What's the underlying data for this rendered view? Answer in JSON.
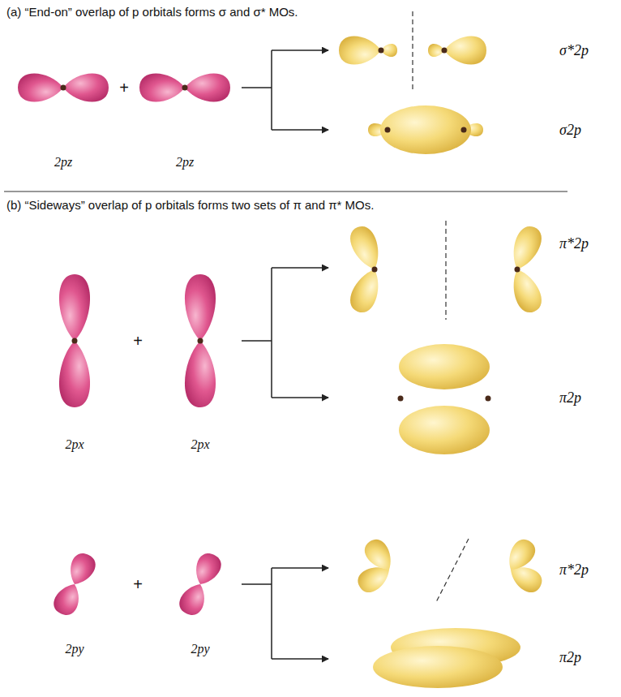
{
  "diagram": {
    "labels": [
      "(a) “End-on” overlap of p orbitals forms σ and σ* MOs.",
      "2pz",
      "+",
      "2pz",
      "σ*2p",
      "σ2p",
      "(b) “Sideways” overlap of p orbitals forms two sets of π and π* MOs.",
      "2px",
      "+",
      "2px",
      "π*2p",
      "π2p",
      "2py",
      "+",
      "2py",
      "π*2p",
      "π2p"
    ]
  }
}
